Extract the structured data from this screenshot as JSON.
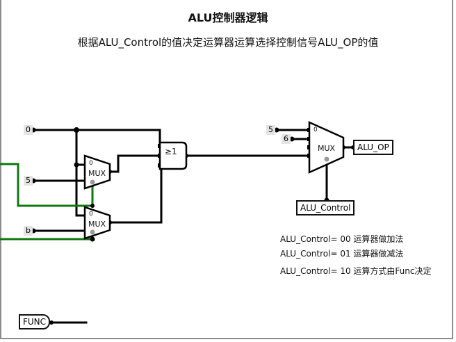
{
  "title": "ALU控制器逻辑",
  "subtitle": "根据ALU_Control的值决定运算器运算选择控制信号ALU_OP的值",
  "constants": {
    "c0": "0",
    "c5_left": "5",
    "cb": "b",
    "c5_right": "5",
    "c6": "6"
  },
  "gate": {
    "or_label": "≥1"
  },
  "mux": {
    "label": "MUX",
    "select0": "0"
  },
  "pins": {
    "alu_op": "ALU_OP",
    "alu_control": "ALU_Control",
    "func": "FUNC"
  },
  "notes": [
    "ALU_Control= 00 运算器做加法",
    "ALU_Control= 01 运算器做减法",
    "ALU_Control= 10 运算方式由Func决定"
  ],
  "colors": {
    "wire": "#000000",
    "green_wire": "#0b7a0b",
    "constant_bg": "#e4e4e4",
    "frame": "#8c8c8c"
  }
}
